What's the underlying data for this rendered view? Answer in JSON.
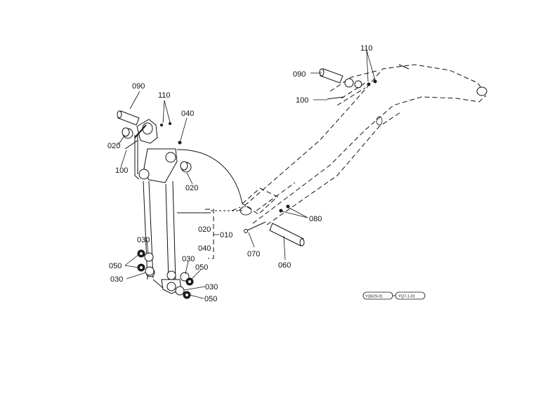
{
  "labels": {
    "l010": "010",
    "l020_a": "020",
    "l020_b": "020",
    "l020_c": "020",
    "l030_a": "030",
    "l030_b": "030",
    "l030_c": "030",
    "l030_d": "030",
    "l040_a": "040",
    "l040_b": "040",
    "l050_a": "050",
    "l050_b": "050",
    "l050_c": "050",
    "l060": "060",
    "l070": "070",
    "l080": "080",
    "l090_a": "090",
    "l090_b": "090",
    "l100_a": "100",
    "l100_b": "100",
    "l110_a": "110",
    "l110_b": "110"
  },
  "refs": {
    "ref1": "YQ629-01",
    "ref2": "YQ7-1-01"
  }
}
